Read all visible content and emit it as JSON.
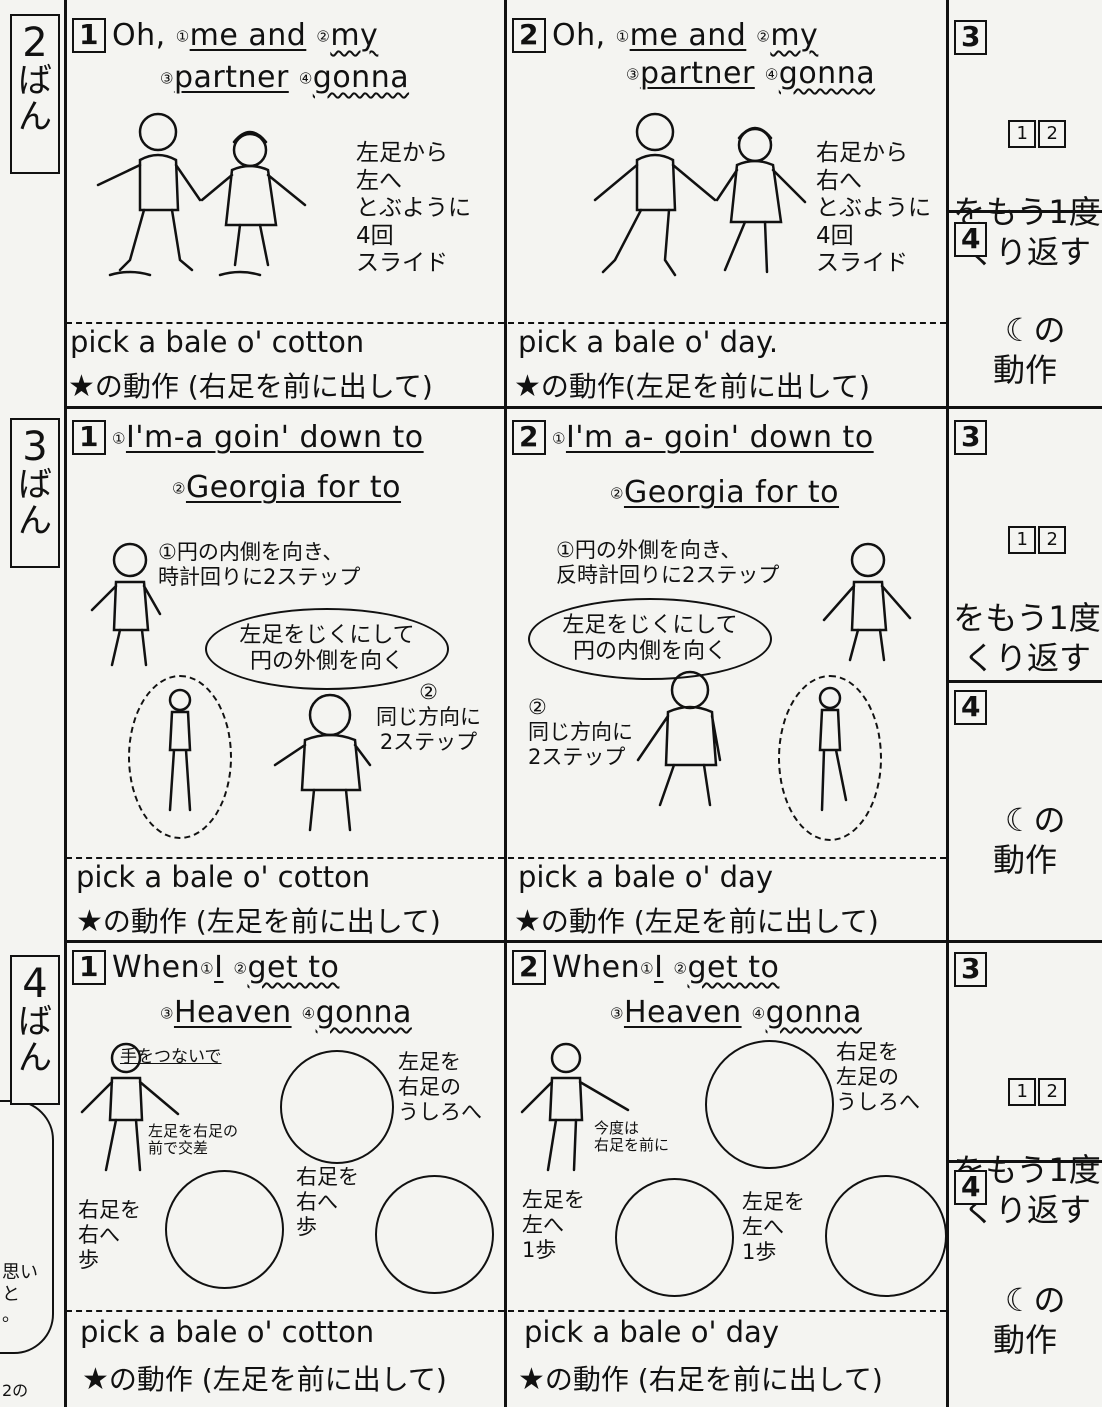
{
  "verses": [
    {
      "label": [
        "2",
        "ば",
        "ん"
      ],
      "panels": [
        {
          "num": "1",
          "lyric_line1": [
            "Oh, ",
            "①",
            "me and",
            "②",
            "my"
          ],
          "lyric_line2": [
            "③",
            "partner",
            "④",
            "gonna"
          ],
          "note": "左足から\n左へ\nとぶように\n4回\nスライド",
          "bottom_line1": "pick a bale o' cotton",
          "bottom_line2": "の動作 (右足を前に出して)"
        },
        {
          "num": "2",
          "lyric_line1": [
            "Oh, ",
            "①",
            "me and",
            "②",
            "my"
          ],
          "lyric_line2": [
            "③",
            "partner",
            "④",
            "gonna"
          ],
          "note": "右足から\n右へ\nとぶように\n4回\nスライド",
          "bottom_line1": "pick a bale o' day.",
          "bottom_line2": "の動作(左足を前に出して)"
        }
      ],
      "side": {
        "num3": "3",
        "repeat_nums": [
          "1",
          "2"
        ],
        "repeat_text": "をもう1度\nくり返す",
        "num4": "4",
        "action_text": "の\n動作"
      }
    },
    {
      "label": [
        "3",
        "ば",
        "ん"
      ],
      "panels": [
        {
          "num": "1",
          "lyric_line1": [
            "①",
            "I'm-a goin' down to"
          ],
          "lyric_line2": [
            "②",
            "Georgia for to"
          ],
          "note1": "①円の内側を向き、\n時計回りに2ステップ",
          "bubble": "左足をじくにして\n円の外側を向く",
          "note2": "②\n同じ方向に\n2ステップ",
          "bottom_line1": "pick a bale o' cotton",
          "bottom_line2": "の動作 (左足を前に出して)"
        },
        {
          "num": "2",
          "lyric_line1": [
            "①",
            "I'm a- goin' down to"
          ],
          "lyric_line2": [
            "②",
            "Georgia for to"
          ],
          "note1": "①円の外側を向き、\n反時計回りに2ステップ",
          "bubble": "左足をじくにして\n円の内側を向く",
          "note2": "②\n同じ方向に\n2ステップ",
          "bottom_line1": "pick a bale o' day",
          "bottom_line2": "の動作 (左足を前に出して)"
        }
      ],
      "side": {
        "num3": "3",
        "repeat_nums": [
          "1",
          "2"
        ],
        "repeat_text": "をもう1度\nくり返す",
        "num4": "4",
        "action_text": "の\n動作"
      }
    },
    {
      "label": [
        "4",
        "ば",
        "ん"
      ],
      "panels": [
        {
          "num": "1",
          "lyric_line1": [
            "When",
            "①",
            "I",
            "②",
            "get to"
          ],
          "lyric_line2": [
            "③",
            "Heaven",
            "④",
            "gonna"
          ],
          "hold": "手をつないで",
          "cross": "左足を右足の\n前で交差",
          "step1": "右足を\n右へ\n歩",
          "step2": "右足を\n右へ\n歩",
          "behind": "左足を\n右足の\nうしろへ",
          "bottom_line1": "pick a bale o' cotton",
          "bottom_line2": "の動作 (左足を前に出して)"
        },
        {
          "num": "2",
          "lyric_line1": [
            "When",
            "①",
            "I",
            "②",
            "get to"
          ],
          "lyric_line2": [
            "③",
            "Heaven",
            "④",
            "gonna"
          ],
          "hold": "",
          "cross": "今度は\n右足を前に",
          "step1": "左足を\n左へ\n1歩",
          "step2": "左足を\n左へ\n1歩",
          "behind": "右足を\n左足の\nうしろへ",
          "bottom_line1": "pick a bale o' day",
          "bottom_line2": "の動作 (右足を前に出して)"
        }
      ],
      "side": {
        "num3": "3",
        "repeat_nums": [
          "1",
          "2"
        ],
        "repeat_text": "をもう1度\nくり返す",
        "num4": "4",
        "action_text": "の\n動作"
      }
    }
  ],
  "margin_fragment": "思い\nと\n。",
  "margin_fragment2": "2の",
  "icons": {
    "star": "star-icon",
    "moon": "moon-star-icon"
  }
}
